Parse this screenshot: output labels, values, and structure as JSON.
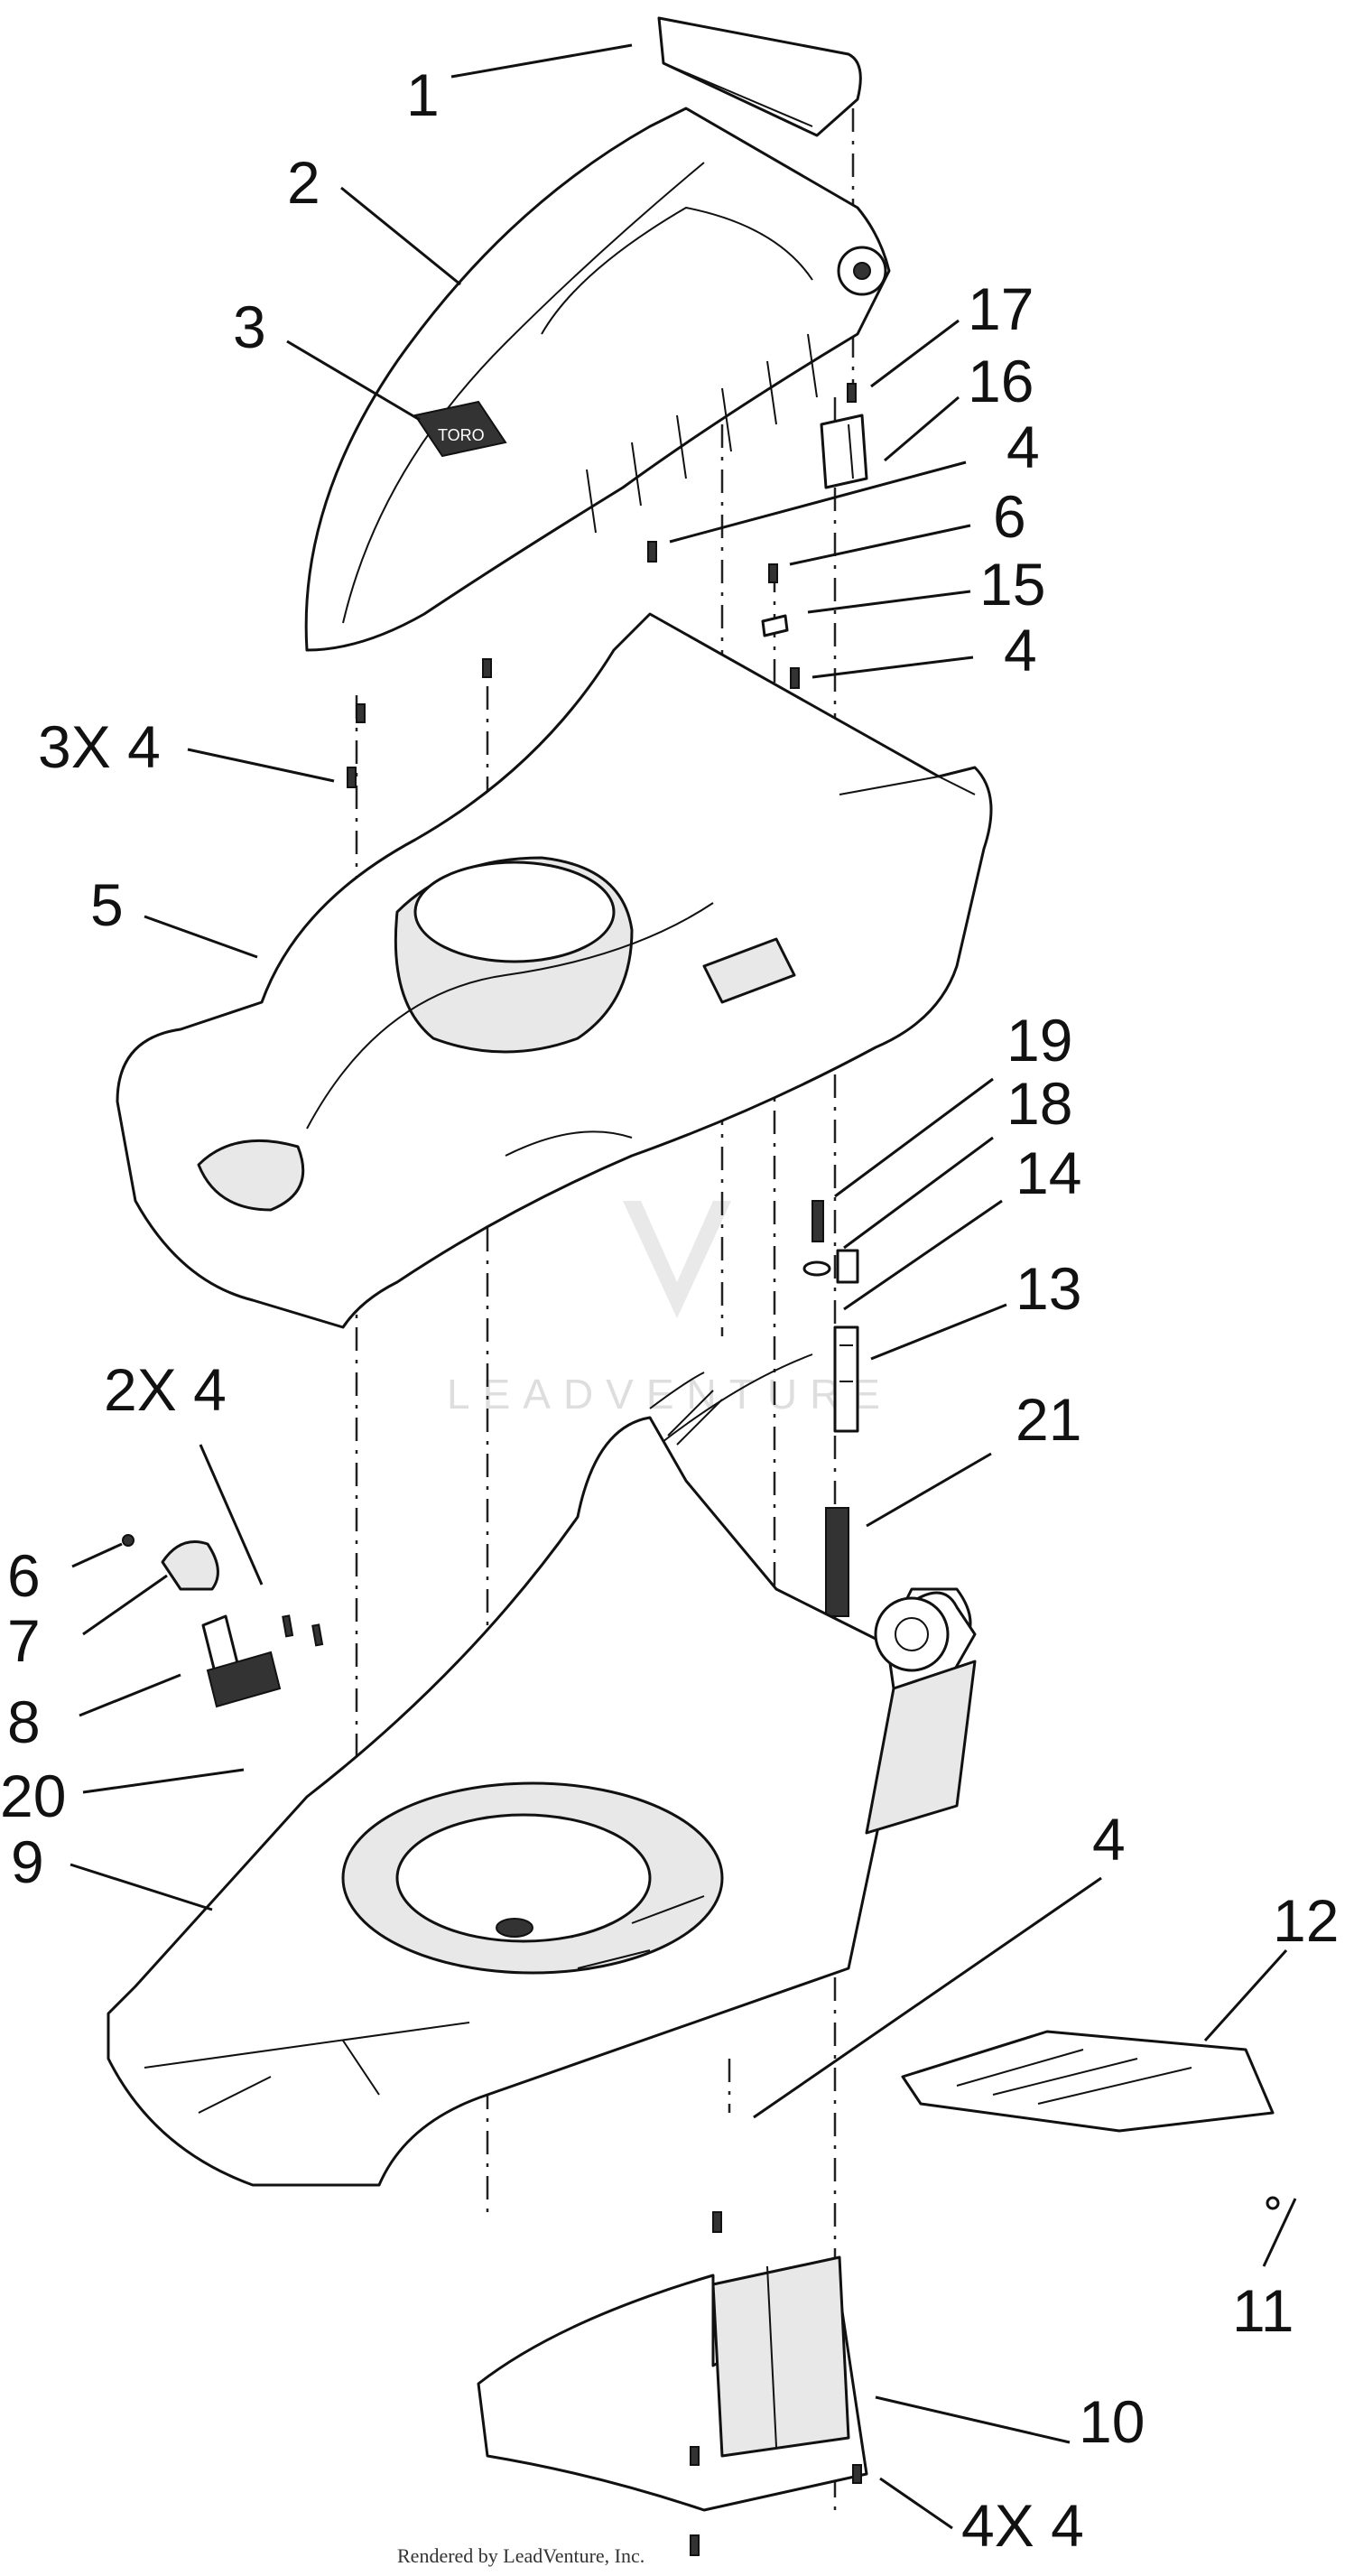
{
  "diagram": {
    "callouts": [
      {
        "id": "c1",
        "text": "1"
      },
      {
        "id": "c2",
        "text": "2"
      },
      {
        "id": "c3",
        "text": "3"
      },
      {
        "id": "c17",
        "text": "17"
      },
      {
        "id": "c16",
        "text": "16"
      },
      {
        "id": "c4a",
        "text": "4"
      },
      {
        "id": "c6a",
        "text": "6"
      },
      {
        "id": "c15",
        "text": "15"
      },
      {
        "id": "c4b",
        "text": "4"
      },
      {
        "id": "c3x4",
        "text": "3X 4"
      },
      {
        "id": "c5",
        "text": "5"
      },
      {
        "id": "c19",
        "text": "19"
      },
      {
        "id": "c18",
        "text": "18"
      },
      {
        "id": "c14",
        "text": "14"
      },
      {
        "id": "c13",
        "text": "13"
      },
      {
        "id": "c21",
        "text": "21"
      },
      {
        "id": "c2x4",
        "text": "2X 4"
      },
      {
        "id": "c6b",
        "text": "6"
      },
      {
        "id": "c7",
        "text": "7"
      },
      {
        "id": "c8",
        "text": "8"
      },
      {
        "id": "c20",
        "text": "20"
      },
      {
        "id": "c9",
        "text": "9"
      },
      {
        "id": "c4c",
        "text": "4"
      },
      {
        "id": "c12",
        "text": "12"
      },
      {
        "id": "c11",
        "text": "11"
      },
      {
        "id": "c10",
        "text": "10"
      },
      {
        "id": "c4x4",
        "text": "4X 4"
      }
    ],
    "logo_text": "TORO",
    "watermark": "LEADVENTURE",
    "footer": "Rendered by LeadVenture, Inc."
  }
}
